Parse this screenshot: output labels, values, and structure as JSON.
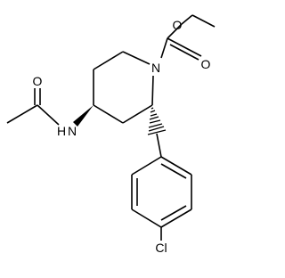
{
  "molecule": {
    "atoms": {
      "carbonyl_O_top": "O",
      "ester_O": "O",
      "ring_N": "N",
      "amide_O": "O",
      "amide_N": "N",
      "amide_H": "H",
      "chloro": "Cl"
    }
  }
}
